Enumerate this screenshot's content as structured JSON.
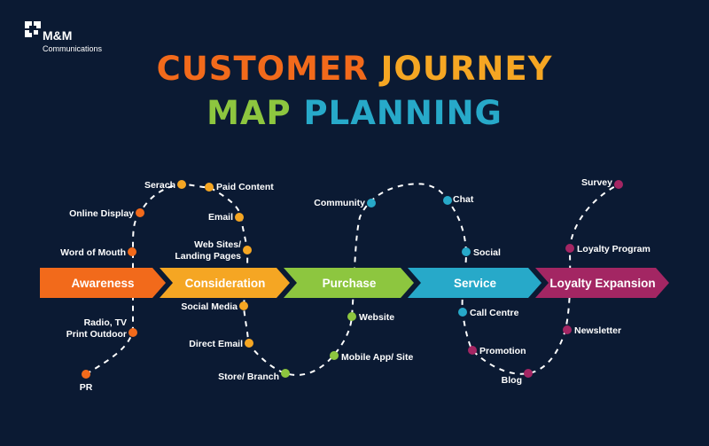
{
  "brand": {
    "name": "M&M",
    "subtitle": "Communications"
  },
  "title": {
    "line1_a": "CUSTOMER",
    "line1_b": "JOURNEY",
    "line2_a": "MAP",
    "line2_b": "PLANNING"
  },
  "colors": {
    "background": "#0b1a33",
    "orange": "#f26a1b",
    "yellow": "#f5a623",
    "green": "#8dc63f",
    "teal": "#27a9c9",
    "magenta": "#a32663"
  },
  "stages": [
    {
      "label": "Awareness",
      "color": "#f26a1b"
    },
    {
      "label": "Consideration",
      "color": "#f5a623"
    },
    {
      "label": "Purchase",
      "color": "#8dc63f"
    },
    {
      "label": "Service",
      "color": "#27a9c9"
    },
    {
      "label": "Loyalty Expansion",
      "color": "#a32663"
    }
  ],
  "touchpoints": {
    "awareness": {
      "pr": "PR",
      "radio": "Radio, TV",
      "print": "Print Outdoor",
      "word_of_mouth": "Word of Mouth",
      "online_display": "Online Display"
    },
    "consideration": {
      "serach": "Serach",
      "paid_content": "Paid Content",
      "email": "Email",
      "web_sites": "Web Sites/",
      "landing_pages": "Landing Pages",
      "social_media": "Social Media",
      "direct_email": "Direct Email",
      "store_branch": "Store/ Branch"
    },
    "purchase": {
      "community": "Community",
      "website": "Website",
      "mobile_app": "Mobile App/ Site"
    },
    "service": {
      "chat": "Chat",
      "social": "Social",
      "call_centre": "Call Centre",
      "promotion": "Promotion",
      "blog": "Blog"
    },
    "loyalty": {
      "survey": "Survey",
      "loyalty_program": "Loyalty Program",
      "newsletter": "Newsletter"
    }
  }
}
